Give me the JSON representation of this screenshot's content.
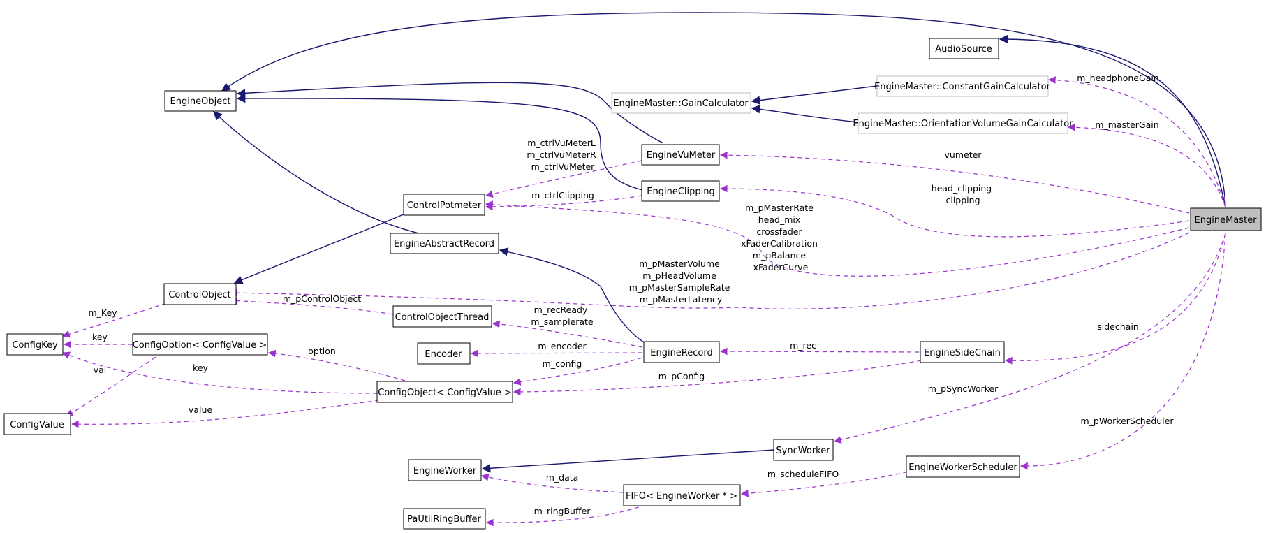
{
  "colors": {
    "inheritance_edge": "#191970",
    "usage_edge": "#9a32cd",
    "node_border": "#000000",
    "external_node_border": "#bfbfbf",
    "focus_node_fill": "#bfbfbf",
    "background": "#ffffff"
  },
  "nodes": {
    "engine_master": "EngineMaster",
    "audio_source": "AudioSource",
    "engine_object": "EngineObject",
    "gain_calculator": "EngineMaster::GainCalculator",
    "constant_gain_calculator": "EngineMaster::ConstantGainCalculator",
    "orientation_gain_calculator": "EngineMaster::OrientationVolumeGainCalculator",
    "engine_vu_meter": "EngineVuMeter",
    "engine_clipping": "EngineClipping",
    "control_potmeter": "ControlPotmeter",
    "engine_abstract_record": "EngineAbstractRecord",
    "control_object": "ControlObject",
    "control_object_thread": "ControlObjectThread",
    "config_key": "ConfigKey",
    "config_option": "ConfigOption< ConfigValue >",
    "encoder": "Encoder",
    "engine_record": "EngineRecord",
    "engine_side_chain": "EngineSideChain",
    "config_object": "ConfigObject< ConfigValue >",
    "config_value": "ConfigValue",
    "sync_worker": "SyncWorker",
    "engine_worker": "EngineWorker",
    "engine_worker_scheduler": "EngineWorkerScheduler",
    "fifo": "FIFO< EngineWorker * >",
    "pa_util_ring_buffer": "PaUtilRingBuffer"
  },
  "edge_labels": {
    "headphone_gain": "m_headphoneGain",
    "master_gain": "m_masterGain",
    "vumeter": "vumeter",
    "clipping": [
      "head_clipping",
      "clipping"
    ],
    "master_rate": [
      "m_pMasterRate",
      "head_mix",
      "crossfader",
      "xFaderCalibration",
      "m_pBalance",
      "xFaderCurve"
    ],
    "master_volume": [
      "m_pMasterVolume",
      "m_pHeadVolume",
      "m_pMasterSampleRate",
      "m_pMasterLatency"
    ],
    "ctrl_vu_meter": [
      "m_ctrlVuMeterL",
      "m_ctrlVuMeterR",
      "m_ctrlVuMeter"
    ],
    "ctrl_clipping": "m_ctrlClipping",
    "m_key": "m_Key",
    "p_control_object": "m_pControlObject",
    "key_option": "key",
    "rec_ready": [
      "m_recReady",
      "m_samplerate"
    ],
    "encoder": "m_encoder",
    "config": "m_config",
    "m_rec": "m_rec",
    "p_config": "m_pConfig",
    "sidechain": "sidechain",
    "option": "option",
    "val": "val",
    "key_object": "key",
    "value": "value",
    "sync_worker": "m_pSyncWorker",
    "worker_scheduler": "m_pWorkerScheduler",
    "schedule_fifo": "m_scheduleFIFO",
    "m_data": "m_data",
    "ring_buffer": "m_ringBuffer"
  }
}
